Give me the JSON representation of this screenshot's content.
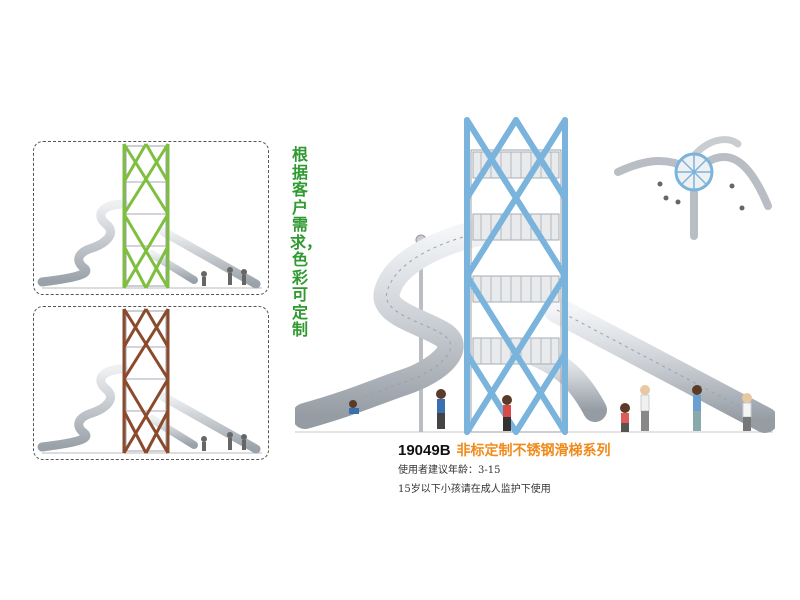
{
  "catalog": {
    "model_code": "19049B",
    "series_title": "非标定制不锈钢滑梯系列",
    "age_label": "使用者建议年龄：",
    "age_range": "3-15",
    "supervision_note": "15岁以下小孩请在成人监护下使用",
    "customization_note": "根据客户需求，色彩可定制"
  },
  "colors": {
    "main_frame": "#7ab3dc",
    "variant_green": "#7fbf3f",
    "variant_brown": "#8b4a2b",
    "caption_green": "#2f9a2f",
    "title_orange": "#f08a1a",
    "slide_steel": "#c9cdd2"
  },
  "variants": [
    {
      "id": "green",
      "color_name": "green"
    },
    {
      "id": "brown",
      "color_name": "brown"
    }
  ]
}
